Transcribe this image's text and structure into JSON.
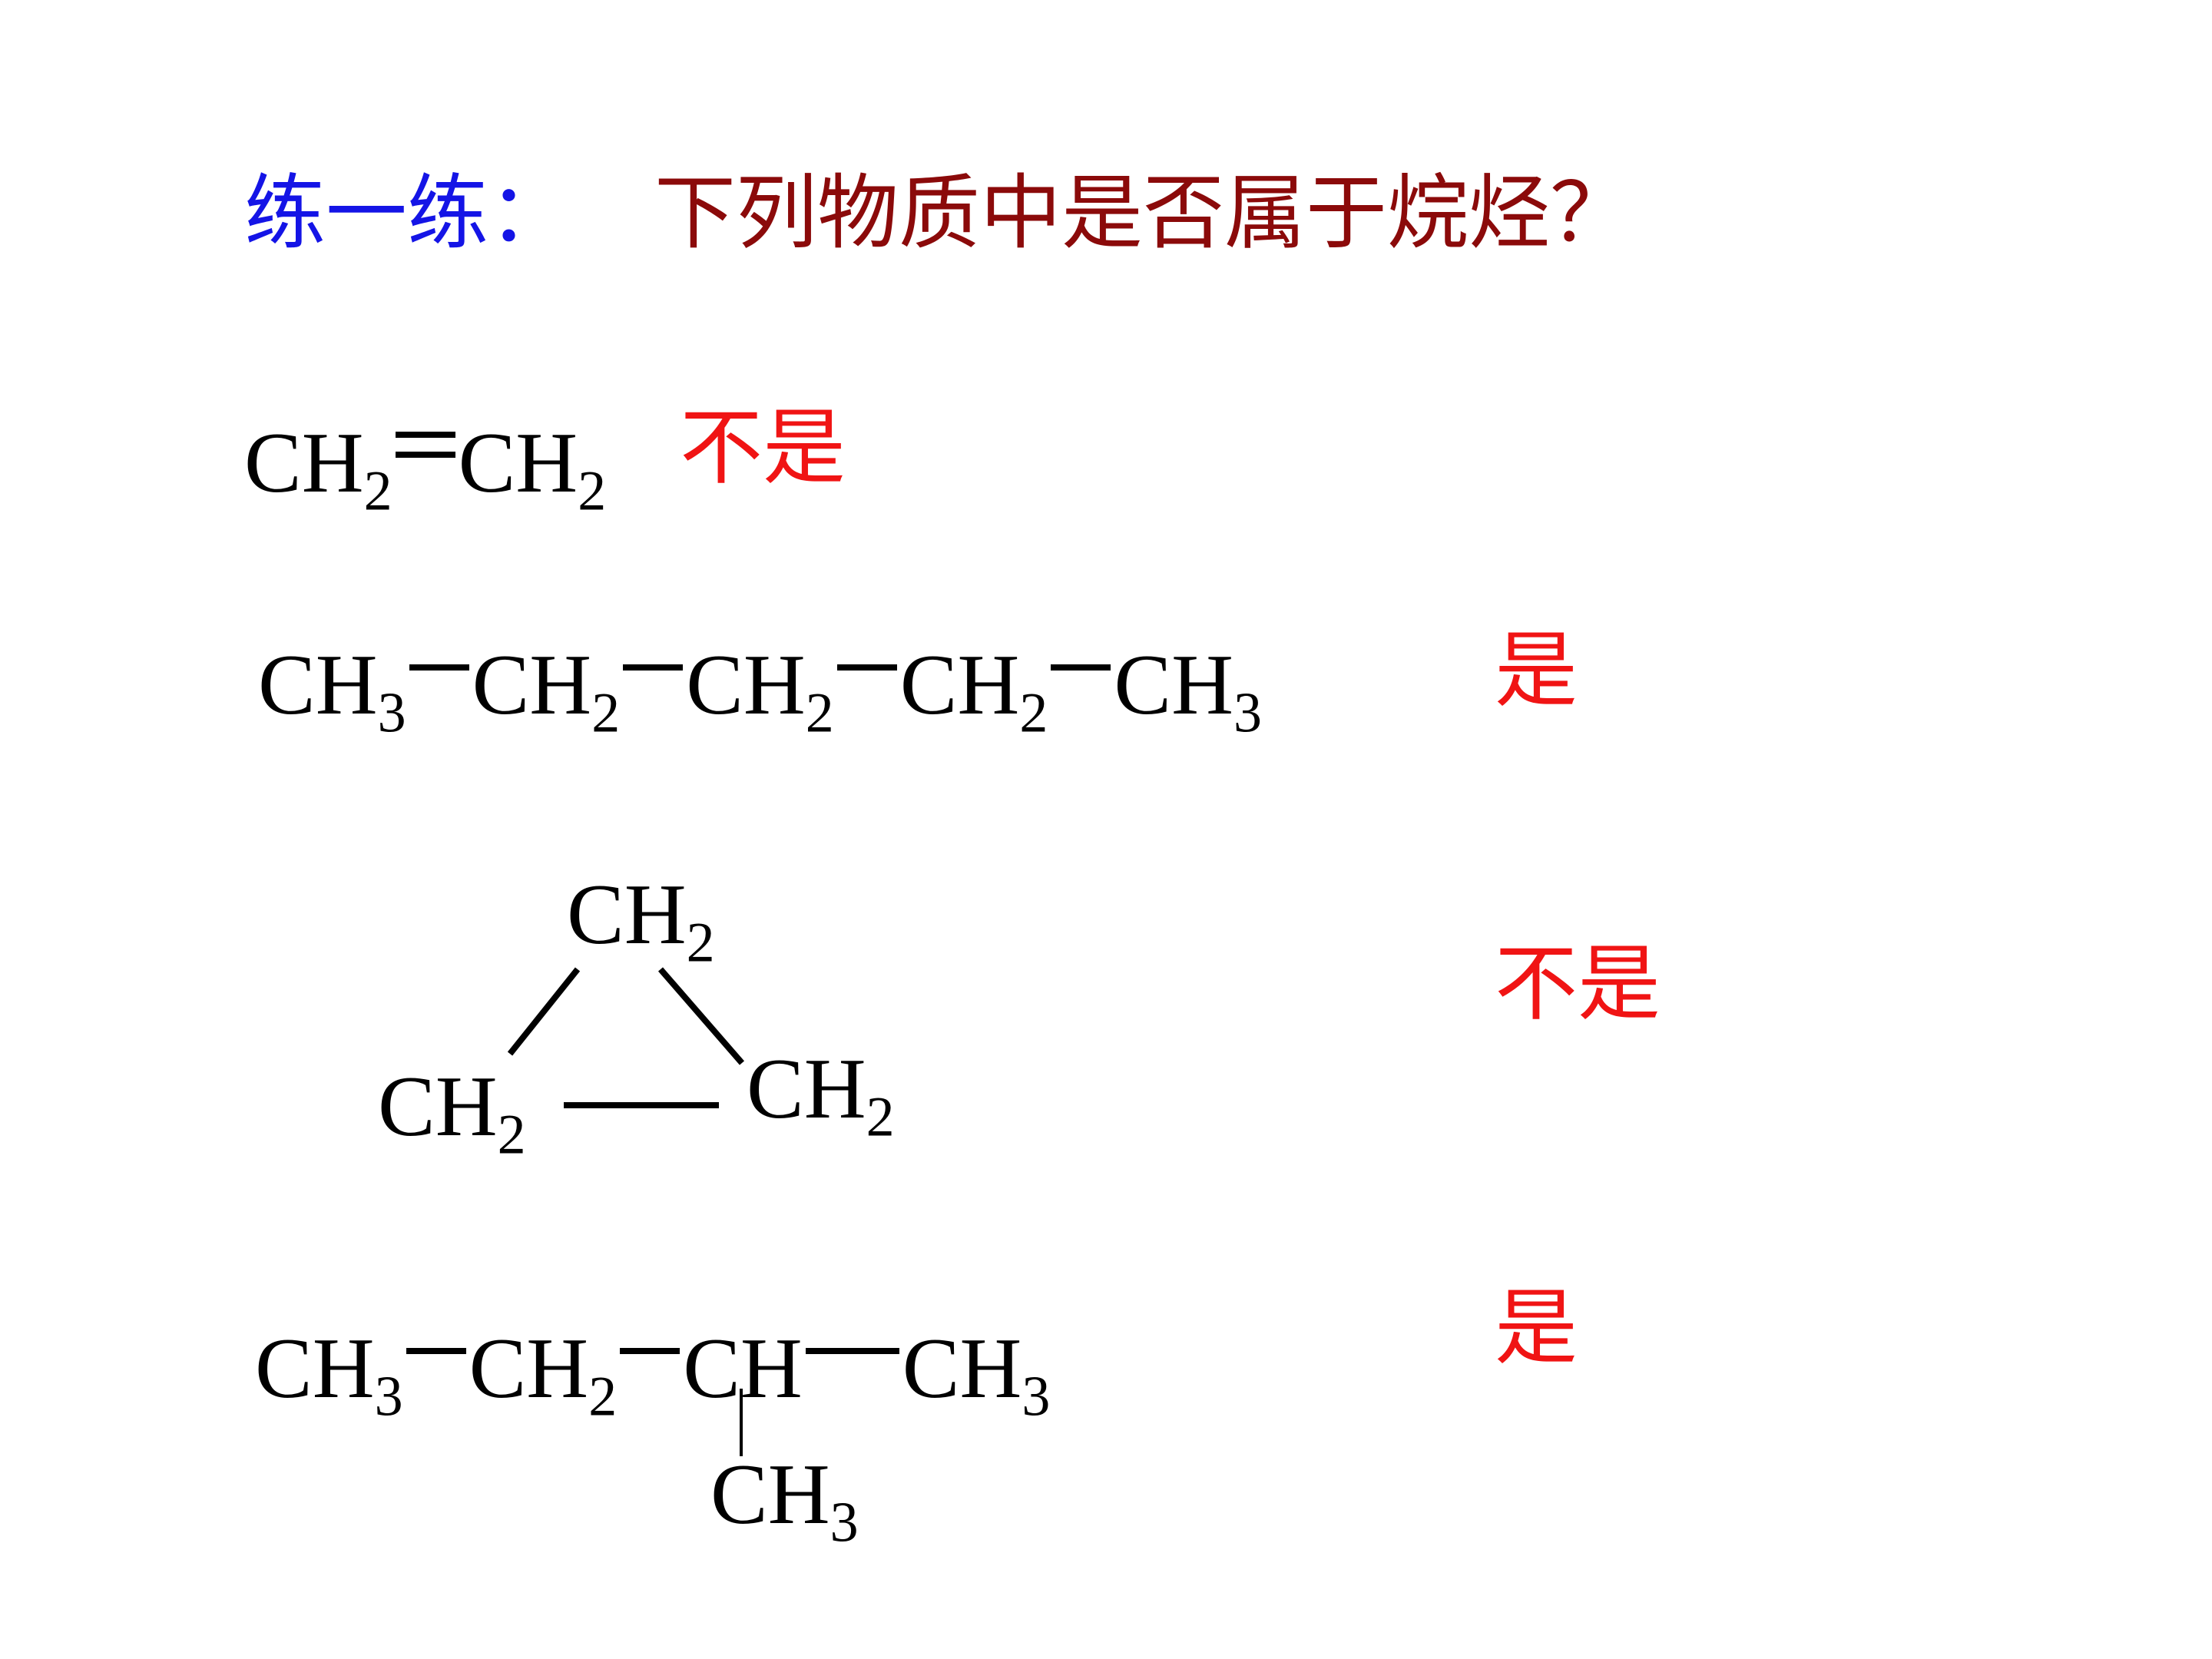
{
  "title": {
    "label": "练一练：",
    "question": "下列物质中是否属于烷烃？"
  },
  "items": [
    {
      "parts": [
        "CH",
        "2",
        "CH",
        "2"
      ],
      "answer": "不是"
    },
    {
      "parts": [
        "CH",
        "3",
        "CH",
        "2",
        "CH",
        "2",
        "CH",
        "2",
        "CH",
        "3"
      ],
      "answer": "是"
    },
    {
      "ring": {
        "top": [
          "CH",
          "2"
        ],
        "left": [
          "CH",
          "2"
        ],
        "right": [
          "CH",
          "2"
        ]
      },
      "answer": "不是"
    },
    {
      "parts": [
        "CH",
        "3",
        "CH",
        "2",
        "CH",
        "CH",
        "3"
      ],
      "branch": [
        "CH",
        "3"
      ],
      "answer": "是"
    }
  ]
}
